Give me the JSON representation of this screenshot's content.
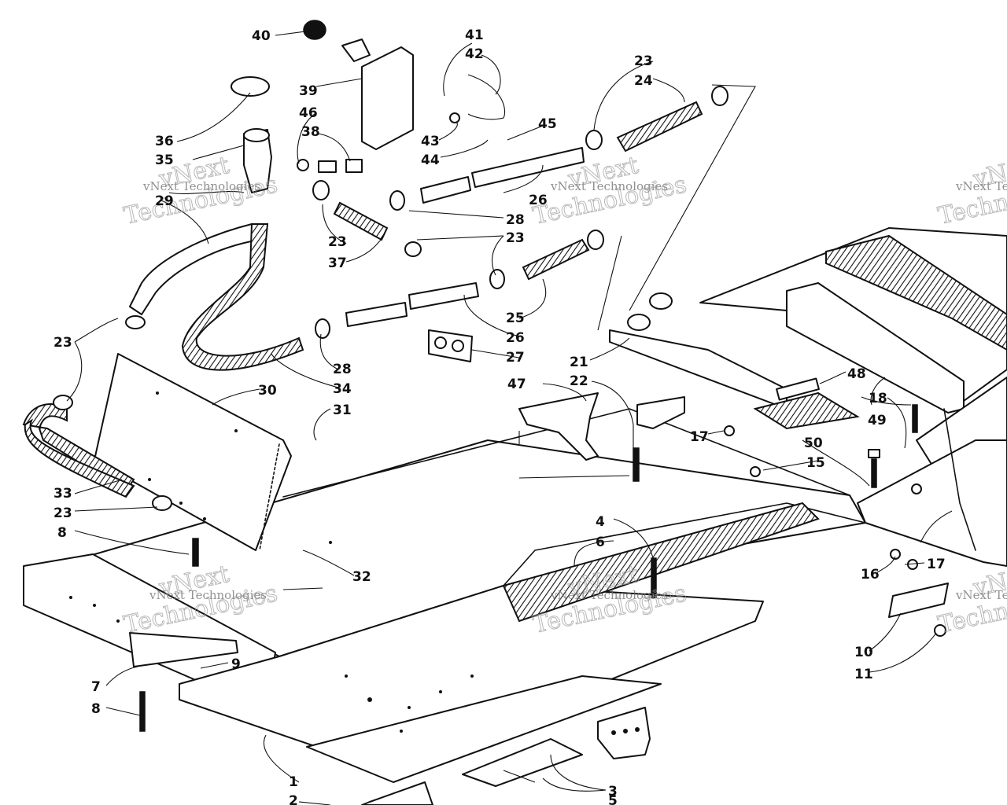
{
  "watermark": {
    "company": "vNext Technologies",
    "word_top": "vNext",
    "word_bottom": "Technologies"
  },
  "callouts": [
    {
      "id": "1",
      "text": "1"
    },
    {
      "id": "2",
      "text": "2"
    },
    {
      "id": "3",
      "text": "3"
    },
    {
      "id": "4",
      "text": "4"
    },
    {
      "id": "5",
      "text": "5"
    },
    {
      "id": "6",
      "text": "6"
    },
    {
      "id": "7",
      "text": "7"
    },
    {
      "id": "8a",
      "text": "8"
    },
    {
      "id": "8b",
      "text": "8"
    },
    {
      "id": "9",
      "text": "9"
    },
    {
      "id": "10",
      "text": "10"
    },
    {
      "id": "11",
      "text": "11"
    },
    {
      "id": "15",
      "text": "15"
    },
    {
      "id": "16",
      "text": "16"
    },
    {
      "id": "17a",
      "text": "17"
    },
    {
      "id": "17b",
      "text": "17"
    },
    {
      "id": "18",
      "text": "18"
    },
    {
      "id": "21",
      "text": "21"
    },
    {
      "id": "22",
      "text": "22"
    },
    {
      "id": "23a",
      "text": "23"
    },
    {
      "id": "23b",
      "text": "23"
    },
    {
      "id": "23c",
      "text": "23"
    },
    {
      "id": "23d",
      "text": "23"
    },
    {
      "id": "23e",
      "text": "23"
    },
    {
      "id": "24",
      "text": "24"
    },
    {
      "id": "25",
      "text": "25"
    },
    {
      "id": "26a",
      "text": "26"
    },
    {
      "id": "26b",
      "text": "26"
    },
    {
      "id": "27",
      "text": "27"
    },
    {
      "id": "28a",
      "text": "28"
    },
    {
      "id": "28b",
      "text": "28"
    },
    {
      "id": "29",
      "text": "29"
    },
    {
      "id": "30",
      "text": "30"
    },
    {
      "id": "31",
      "text": "31"
    },
    {
      "id": "32",
      "text": "32"
    },
    {
      "id": "33",
      "text": "33"
    },
    {
      "id": "34",
      "text": "34"
    },
    {
      "id": "35",
      "text": "35"
    },
    {
      "id": "36",
      "text": "36"
    },
    {
      "id": "37",
      "text": "37"
    },
    {
      "id": "38",
      "text": "38"
    },
    {
      "id": "39",
      "text": "39"
    },
    {
      "id": "40",
      "text": "40"
    },
    {
      "id": "41",
      "text": "41"
    },
    {
      "id": "42",
      "text": "42"
    },
    {
      "id": "43",
      "text": "43"
    },
    {
      "id": "44",
      "text": "44"
    },
    {
      "id": "45",
      "text": "45"
    },
    {
      "id": "46",
      "text": "46"
    },
    {
      "id": "47",
      "text": "47"
    },
    {
      "id": "48",
      "text": "48"
    },
    {
      "id": "49",
      "text": "49"
    },
    {
      "id": "50",
      "text": "50"
    }
  ]
}
